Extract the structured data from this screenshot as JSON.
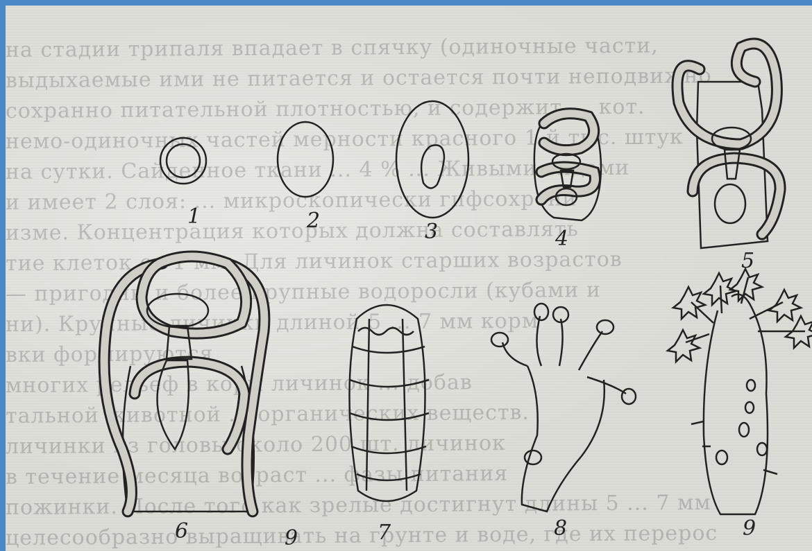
{
  "background_text": [
    "на стадии трипаля впадает в спячку (одиночные части,",
    "выдыхаемые ими не питается и остается почти неподвижно",
    "сохранно питательной плотностью, и содержит ... кот.",
    "немо-одиночных частей мерности красного 1-й тыс. штук",
    "на сутки. Сайденное ткани ... 4 % ... Живыми видами",
    "и имеет 2 слоя: ... микроскопически гифсохрени",
    "изме. Концентрация которых должна составлять",
    "тие клеток от 1 мм. Для личинок старших возрастов",
    "— пригодны и более крупные водоросли (кубами и",
    "ни). Крупные личинки длиной 5 ... 7 мм корм",
    "вки формируются",
    "многих рельеф в корм личинок ... добав",
    "тальной животной ... органических веществ.",
    "личинки из головы около 200 шт. личинок",
    "в течение месяца возраст ... фазы питания",
    "пожинки. После того как зрелые достигнут длины 5 ... 7 мм",
    "целесообразно выращивать на грунте и воде, где их перерос"
  ],
  "figure_labels": [
    "1",
    "2",
    "3",
    "4",
    "5",
    "6",
    "7",
    "8",
    "9"
  ],
  "stray_mark": "9"
}
